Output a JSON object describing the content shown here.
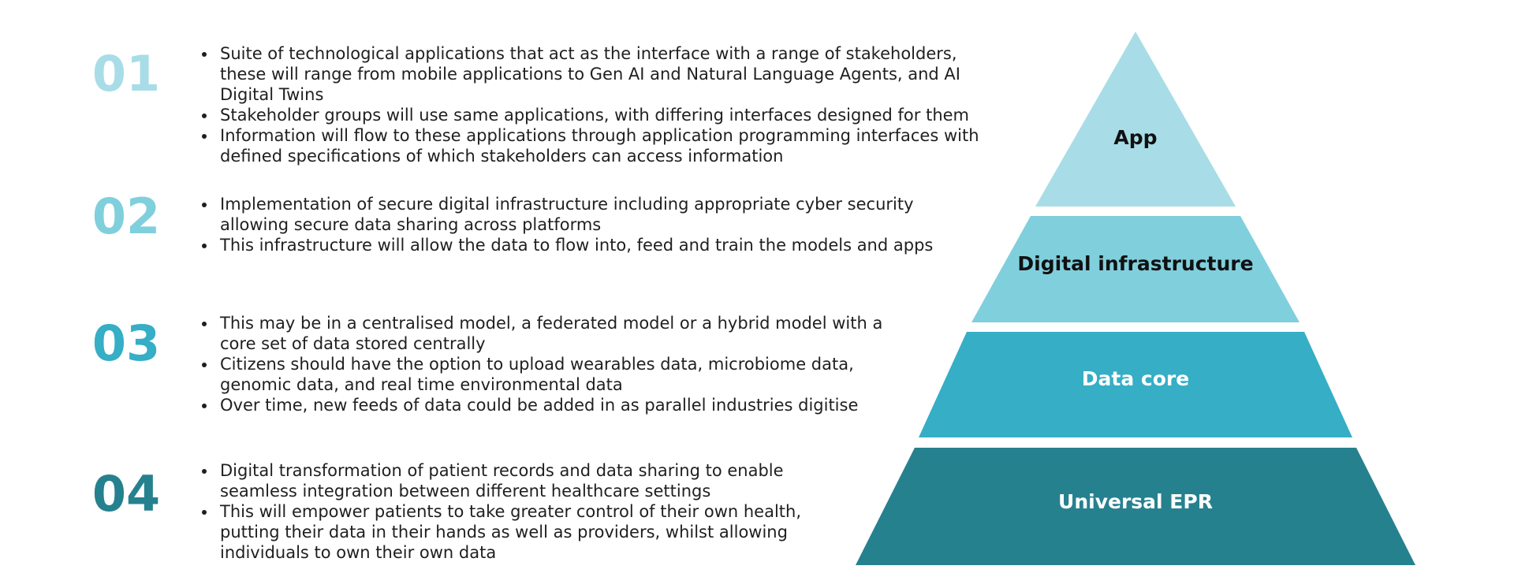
{
  "sections": [
    {
      "number": "01",
      "color": "#a8dde7",
      "bullets": [
        "Suite of technological applications that act as the interface with a range of stakeholders, these will range from mobile applications to Gen AI and Natural Language Agents, and AI Digital Twins",
        "Stakeholder groups will use same applications, with differing interfaces designed for them",
        "Information will flow to these applications through application programming interfaces with defined specifications of which stakeholders can access information"
      ]
    },
    {
      "number": "02",
      "color": "#80cfdd",
      "bullets": [
        "Implementation of secure digital infrastructure including appropriate cyber security allowing secure data sharing across platforms",
        "This infrastructure will allow the data to flow into, feed and train the models and apps"
      ]
    },
    {
      "number": "03",
      "color": "#35aec6",
      "bullets": [
        "This may be in a centralised model, a federated model or a hybrid model with a core set of data stored centrally",
        "Citizens should have the option to upload wearables data, microbiome data, genomic data, and real time environmental data",
        "Over time, new feeds of data could be added in as parallel industries digitise"
      ]
    },
    {
      "number": "04",
      "color": "#26818f",
      "bullets": [
        "Digital transformation of patient records and data sharing to enable seamless integration between different healthcare settings",
        "This will empower patients to take greater control of their own health, putting their data in their hands as well as providers, whilst allowing individuals to own their own data"
      ]
    }
  ],
  "pyramid": {
    "tiers": [
      {
        "label": "App",
        "fill": "#a8dde7",
        "text_color": "#111111"
      },
      {
        "label": "Digital infrastructure",
        "fill": "#80cfdd",
        "text_color": "#111111"
      },
      {
        "label": "Data core",
        "fill": "#35aec6",
        "text_color": "#ffffff"
      },
      {
        "label": "Universal EPR",
        "fill": "#26818f",
        "text_color": "#ffffff"
      }
    ]
  }
}
